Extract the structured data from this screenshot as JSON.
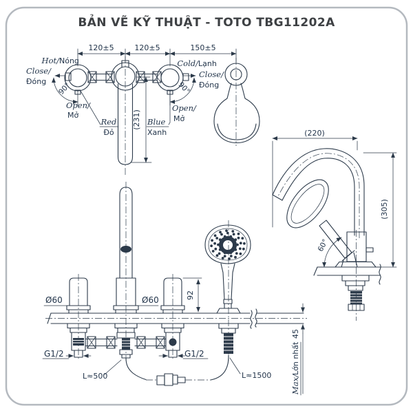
{
  "title": "BẢN VẼ KỸ THUẬT - TOTO TBG11202A",
  "colors": {
    "ink": "#2c3a4a",
    "title": "#3e4144",
    "border": "#b4b9bf"
  },
  "top_view": {
    "dim_left": "120±5",
    "dim_mid": "120±5",
    "dim_right": "150±5",
    "spout_reach": "(231)",
    "hot_en": "Hot/",
    "hot_vi": "Nóng",
    "cold_en": "Cold/",
    "cold_vi": "Lạnh",
    "close_en": "Close/",
    "close_vi": "Đóng",
    "open_en": "Open/",
    "open_vi": "Mở",
    "rotation_angle": "90°",
    "red_en": "Red",
    "red_vi": "Đỏ",
    "blue_en": "Blue",
    "blue_vi": "Xanh"
  },
  "side_view": {
    "spout_width": "(220)",
    "spout_height": "(305)",
    "handshower_angle": "60°"
  },
  "front_view": {
    "escutcheon_dia_left": "Ø60",
    "escutcheon_dia_mid": "Ø60",
    "handle_height": "92",
    "thread_left": "G1/2",
    "thread_right": "G1/2",
    "hose_spout_length": "L≈500",
    "hose_shower_length": "L≈1500",
    "counter_max_en": "Max/",
    "counter_max_vi": "Lớn nhất",
    "counter_max_value": "45"
  }
}
